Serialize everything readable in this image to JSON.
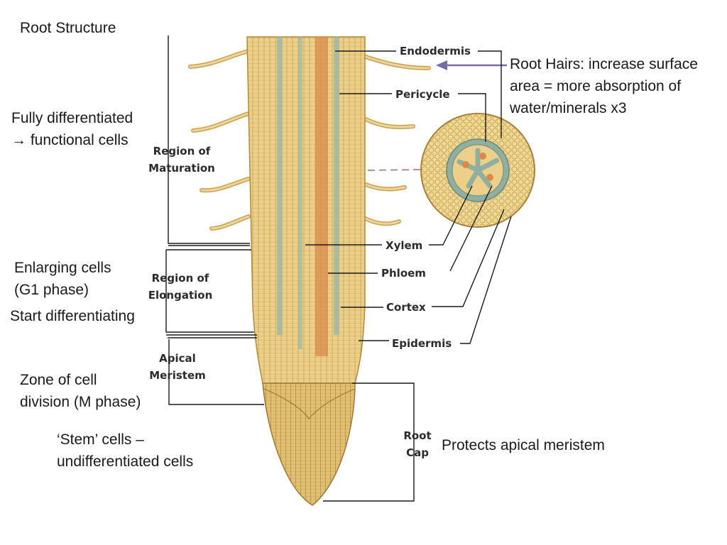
{
  "notes": {
    "root_structure": "Root Structure",
    "fully_differentiated": "Fully differentiated\n→ functional cells",
    "enlarging": "Enlarging cells\n(G1 phase)",
    "start_diff": "Start differentiating",
    "zone_division": "Zone of cell\ndivision (M phase)",
    "stem_cells": "‘Stem’ cells –\nundifferentiated cells",
    "root_hairs": "Root Hairs: increase surface\narea = more absorption of\nwater/minerals x3",
    "protects": "Protects apical meristem"
  },
  "regions": {
    "maturation": "Region of\nMaturation",
    "elongation": "Region of\nElongation",
    "meristem": "Apical\nMeristem",
    "root_cap": "Root\nCap"
  },
  "parts": {
    "endodermis": "Endodermis",
    "pericycle": "Pericycle",
    "xylem": "Xylem",
    "phloem": "Phloem",
    "cortex": "Cortex",
    "epidermis": "Epidermis"
  },
  "colors": {
    "tissue": "#e8c97a",
    "tissue_dark": "#c9a24f",
    "vascular_orange": "#d98a4a",
    "vascular_teal": "#8fb0a0",
    "arrow": "#7a6aa8"
  }
}
